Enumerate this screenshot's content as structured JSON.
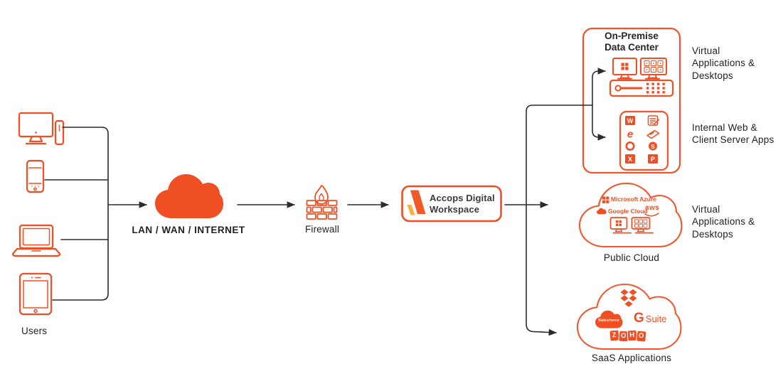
{
  "colors": {
    "orange": "#F04E23",
    "amber": "#FBB040",
    "ink": "#222222"
  },
  "users": {
    "label": "Users",
    "devices": [
      "desktop-icon",
      "smartphone-icon",
      "laptop-icon",
      "tablet-icon"
    ]
  },
  "network": {
    "lan_label": "LAN / WAN / INTERNET",
    "firewall_label": "Firewall"
  },
  "gateway": {
    "name": "Accops Digital Workspace"
  },
  "onprem": {
    "title": "On-Premise Data Center",
    "virtual_label": "Virtual Applications & Desktops",
    "internal_label": "Internal Web & Client Server Apps",
    "app_icons": [
      "word-icon",
      "notes-icon",
      "internet-explorer-icon",
      "sap-icon",
      "java-ring-icon",
      "skype-icon",
      "excel-icon",
      "powerpoint-icon"
    ]
  },
  "public_cloud": {
    "label": "Public Cloud",
    "side_label": "Virtual Applications & Desktops",
    "providers": {
      "azure": "Microsoft Azure",
      "google": "Google Cloud",
      "aws": "aws"
    }
  },
  "saas": {
    "label": "SaaS Applications",
    "salesforce": "Salesforce",
    "gsuite_g": "G",
    "gsuite_suite": "Suite",
    "zoho": [
      "Z",
      "O",
      "H",
      "O"
    ]
  }
}
